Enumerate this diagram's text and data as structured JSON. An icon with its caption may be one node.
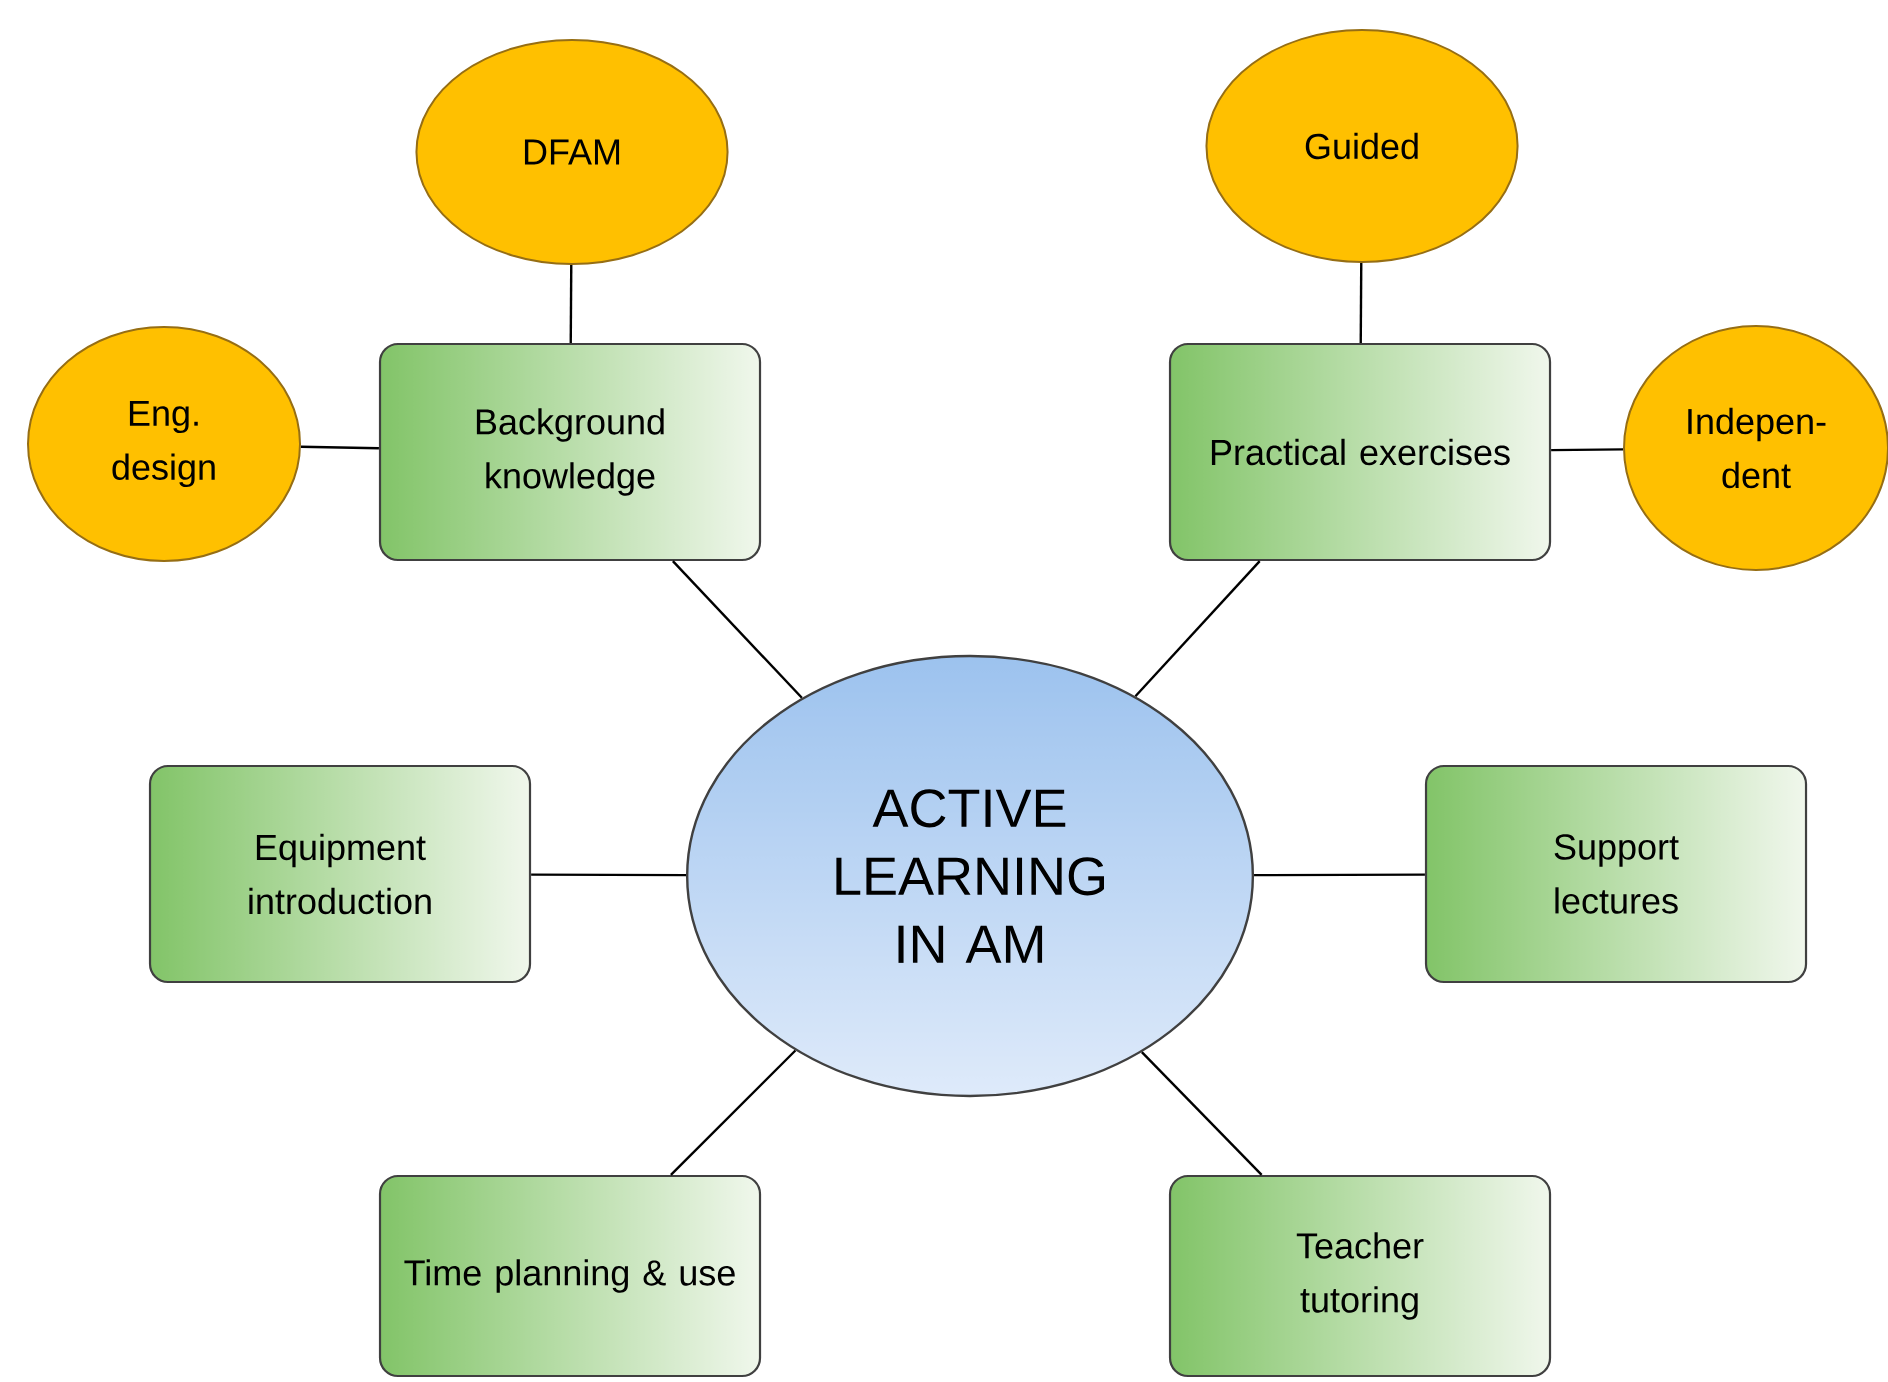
{
  "diagram": {
    "nodes": [
      {
        "text": [
          "ACTIVE LEARNING IN AM"
        ]
      },
      {
        "text": [
          "Background knowledge"
        ]
      },
      {
        "text": [
          "DFAM"
        ]
      },
      {
        "text": [
          "Eng. design"
        ]
      },
      {
        "text": [
          "Practical exercises"
        ]
      },
      {
        "text": [
          "Guided"
        ]
      },
      {
        "text": [
          "Indepen- dent"
        ]
      },
      {
        "text": [
          "Equipment introduction"
        ]
      },
      {
        "text": [
          "Support lectures"
        ]
      },
      {
        "text": [
          "Time planning & use"
        ]
      },
      {
        "text": [
          "Teacher tutoring"
        ]
      }
    ],
    "edges": [
      {
        "from": 0,
        "to": 1,
        "arrow": "none"
      },
      {
        "from": 1,
        "to": 2,
        "arrow": "none"
      },
      {
        "from": 1,
        "to": 3,
        "arrow": "none"
      },
      {
        "from": 0,
        "to": 4,
        "arrow": "none"
      },
      {
        "from": 4,
        "to": 5,
        "arrow": "none"
      },
      {
        "from": 4,
        "to": 6,
        "arrow": "none"
      },
      {
        "from": 0,
        "to": 7,
        "arrow": "none"
      },
      {
        "from": 0,
        "to": 8,
        "arrow": "none"
      },
      {
        "from": 0,
        "to": 9,
        "arrow": "none"
      },
      {
        "from": 0,
        "to": 10,
        "arrow": "none"
      }
    ]
  }
}
